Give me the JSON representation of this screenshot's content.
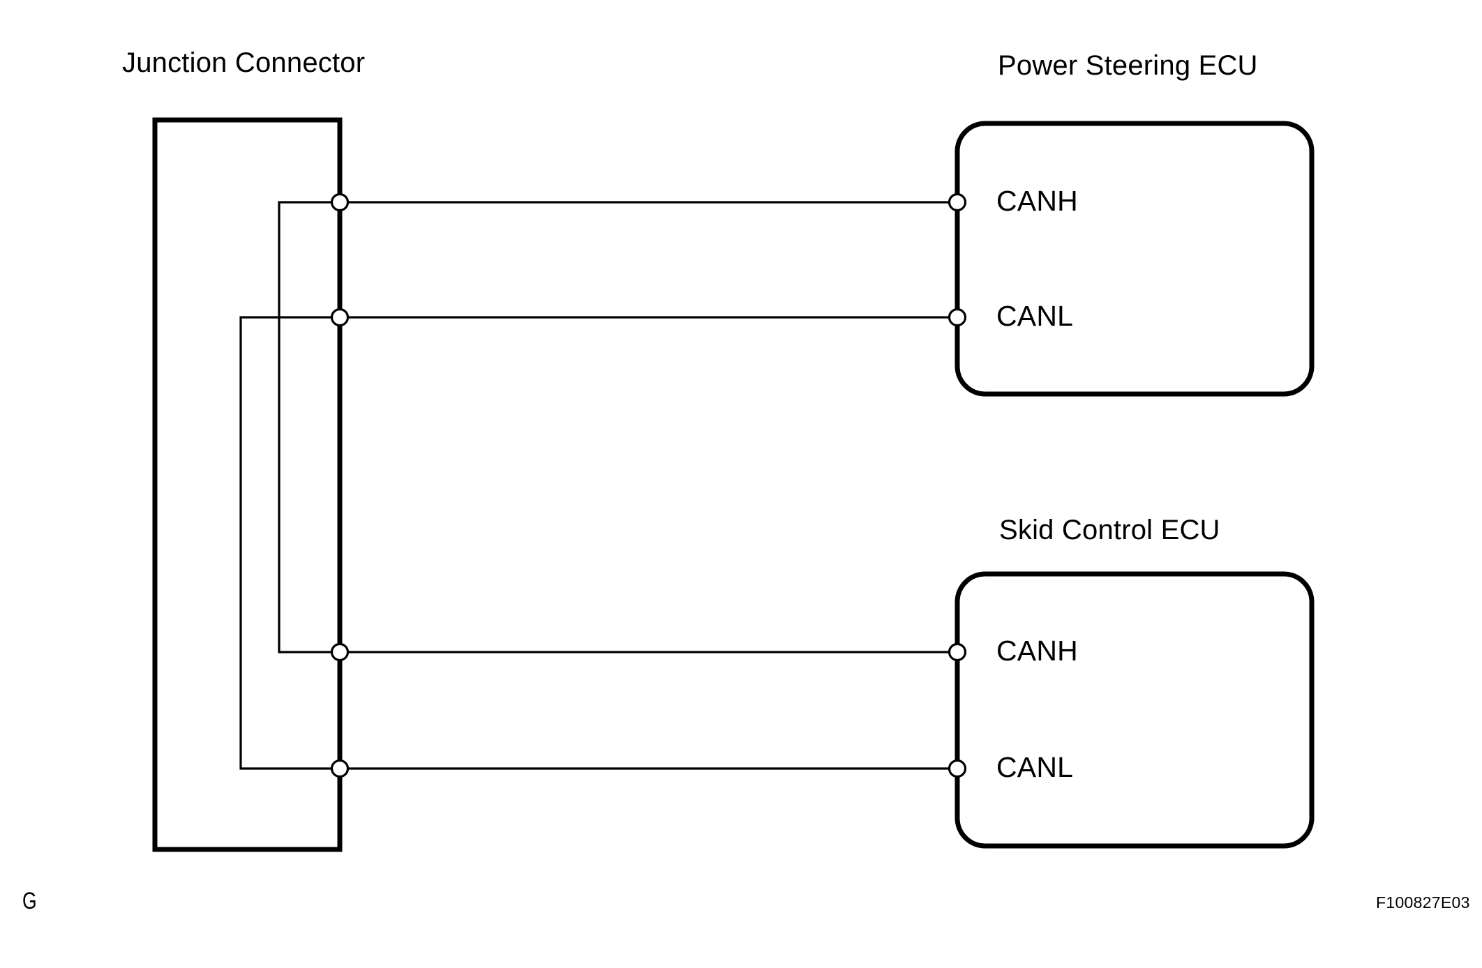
{
  "diagram": {
    "title_left": "Junction Connector",
    "sheet_code": "F100827E03",
    "page_marker": "G",
    "stroke_color": "#000000",
    "background_color": "#ffffff",
    "nodes": [
      {
        "id": "junction-connector",
        "label": "Junction Connector",
        "shape": "rectangle",
        "terminals": [
          "",
          "",
          "",
          ""
        ]
      },
      {
        "id": "power-steering-ecu",
        "label": "Power Steering ECU",
        "shape": "rounded-rectangle",
        "terminals": [
          "CANH",
          "CANL"
        ]
      },
      {
        "id": "skid-control-ecu",
        "label": "Skid Control ECU",
        "shape": "rounded-rectangle",
        "terminals": [
          "CANH",
          "CANL"
        ]
      }
    ],
    "labels": {
      "junction_connector": "Junction Connector",
      "power_steering_ecu": "Power Steering ECU",
      "skid_control_ecu": "Skid Control ECU",
      "ps_canh": "CANH",
      "ps_canl": "CANL",
      "skid_canh": "CANH",
      "skid_canl": "CANL"
    },
    "connections": [
      {
        "from": "junction-connector.terminal-1",
        "to": "power-steering-ecu.CANH",
        "signal": "CANH"
      },
      {
        "from": "junction-connector.terminal-2",
        "to": "power-steering-ecu.CANL",
        "signal": "CANL"
      },
      {
        "from": "junction-connector.terminal-3",
        "to": "skid-control-ecu.CANH",
        "signal": "CANH"
      },
      {
        "from": "junction-connector.terminal-4",
        "to": "skid-control-ecu.CANL",
        "signal": "CANL"
      }
    ]
  }
}
